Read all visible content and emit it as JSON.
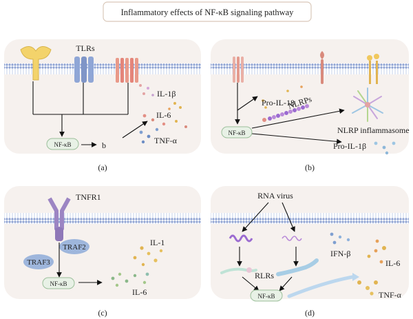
{
  "title": "Inflammatory effects of NF-κB signaling pathway",
  "panels": {
    "a": {
      "caption": "(a)",
      "receptor_label": "TLRs",
      "nfkb": "NF-κB",
      "product": "b",
      "outputs": [
        "IL-1β",
        "IL-6",
        "TNF-α"
      ]
    },
    "b": {
      "caption": "(b)",
      "nfkb": "NF-κB",
      "labels": [
        "Pro-IL-18",
        "NLRPs",
        "NLRP inflammasome",
        "Pro-IL-1β"
      ]
    },
    "c": {
      "caption": "(c)",
      "receptor_label": "TNFR1",
      "adaptors": [
        "TRAF2",
        "TRAF3"
      ],
      "nfkb": "NF-κB",
      "outputs": [
        "IL-1",
        "IL-6"
      ]
    },
    "d": {
      "caption": "(d)",
      "virus_label": "RNA virus",
      "sensor_label": "RLRs",
      "nfkb": "NF-κB",
      "outputs": [
        "IFN-β",
        "IL-6",
        "TNF-α"
      ]
    }
  },
  "colors": {
    "panel_bg": "#f6f1ee",
    "membrane": "#a9b9dd",
    "membrane_dark": "#7f95c7",
    "title_border": "#d9c8b9",
    "tlr_yellow": "#f3d36b",
    "tlr_blue": "#8fa6d6",
    "tlr_red": "#e99a8a",
    "tnfr_purple": "#9c85c3",
    "traf_blue": "#9eb6dc",
    "rna_purple": "#9b6bd1",
    "dot_gold": "#e1b451",
    "dot_green": "#8bb88a",
    "dot_blue": "#7f9fd0",
    "dot_pink": "#e3a3a3"
  }
}
